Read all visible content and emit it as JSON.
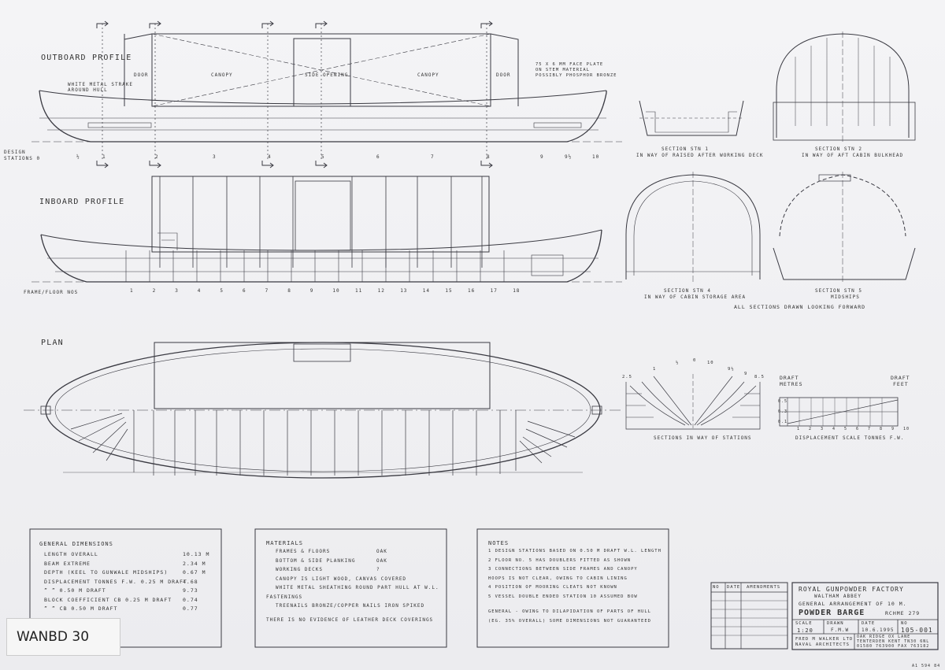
{
  "drawing": {
    "views": {
      "outboard_title": "OUTBOARD PROFILE",
      "inboard_title": "INBOARD PROFILE",
      "plan_title": "PLAN",
      "outboard_labels": {
        "strake": "WHITE METAL STRAKE",
        "around_hull": "AROUND HULL",
        "door_left": "DOOR",
        "canopy_left": "CANOPY",
        "side_opening": "SIDE OPENING",
        "canopy_right": "CANOPY",
        "door_right": "DOOR",
        "face_plate_1": "75 x 6 MM FACE PLATE",
        "face_plate_2": "ON STEM MATERIAL",
        "face_plate_3": "POSSIBLY PHOSPHOR BRONZE"
      },
      "design_stations_label_1": "DESIGN",
      "design_stations_label_2": "STATIONS 0",
      "design_stations": [
        "½",
        "1",
        "2",
        "3",
        "4",
        "5",
        "6",
        "7",
        "8",
        "9",
        "9½",
        "10"
      ],
      "frame_floor_label": "FRAME/FLOOR NOS",
      "frames": [
        "1",
        "2",
        "3",
        "4",
        "5",
        "6",
        "7",
        "8",
        "9",
        "10",
        "11",
        "12",
        "13",
        "14",
        "15",
        "16",
        "17",
        "18"
      ]
    },
    "sections": {
      "stn1_title": "SECTION    STN 1",
      "stn1_desc": "IN WAY OF RAISED AFTER WORKING DECK",
      "stn2_title": "SECTION    STN 2",
      "stn2_desc": "IN WAY OF AFT CABIN BULKHEAD",
      "stn4_title": "SECTION    STN 4",
      "stn4_desc": "IN WAY OF CABIN STORAGE AREA",
      "stn5_title": "SECTION    STN 5",
      "stn5_desc": "MIDSHIPS",
      "all_sections_note": "ALL SECTIONS DRAWN LOOKING FORWARD",
      "stations_caption": "SECTIONS IN WAY OF STATIONS",
      "station_marks": [
        "2.5",
        "1",
        "½",
        "0",
        "10",
        "9½",
        "9",
        "8.5"
      ]
    },
    "displacement_scale": {
      "caption": "DISPLACEMENT SCALE  TONNES F.W.",
      "left_title_1": "DRAFT",
      "left_title_2": "METRES",
      "right_title_1": "DRAFT",
      "right_title_2": "FEET",
      "left_ticks": [
        "0.5",
        "0.3",
        "0.1"
      ],
      "x_ticks": [
        "1",
        "2",
        "3",
        "4",
        "5",
        "6",
        "7",
        "8",
        "9",
        "10"
      ]
    },
    "general_dimensions": {
      "title": "GENERAL DIMENSIONS",
      "rows": [
        {
          "label": "LENGTH OVERALL",
          "value": "10.13  M"
        },
        {
          "label": "BEAM EXTREME",
          "value": "2.34  M"
        },
        {
          "label": "DEPTH (KEEL TO GUNWALE MIDSHIPS)",
          "value": "0.67  M"
        },
        {
          "label": "DISPLACEMENT TONNES F.W.  0.25 M DRAFT",
          "value": "4.68"
        },
        {
          "label": "    ”       ”      0.50 M DRAFT",
          "value": "9.73"
        },
        {
          "label": "BLOCK COEFFICIENT  CB 0.25 M DRAFT",
          "value": "0.74"
        },
        {
          "label": "  ”      ”     CB 0.50 M DRAFT",
          "value": "0.77"
        }
      ]
    },
    "materials": {
      "title": "MATERIALS",
      "rows": [
        {
          "label": "FRAMES & FLOORS",
          "value": "OAK"
        },
        {
          "label": "BOTTOM & SIDE PLANKING",
          "value": "OAK"
        },
        {
          "label": "WORKING DECKS",
          "value": "?"
        },
        {
          "label": "CANOPY IS LIGHT WOOD, CANVAS COVERED",
          "value": ""
        },
        {
          "label": "WHITE METAL SHEATHING ROUND PART HULL AT W.L.",
          "value": ""
        },
        {
          "label": "FASTENINGS",
          "value": ""
        },
        {
          "label": "TREENAILS    BRONZE/COPPER NAILS    IRON SPIKED",
          "value": ""
        },
        {
          "label": "THERE IS NO EVIDENCE OF LEATHER DECK COVERINGS",
          "value": ""
        }
      ]
    },
    "notes": {
      "title": "NOTES",
      "rows": [
        "1   DESIGN STATIONS BASED ON 0.50 M DRAFT W.L. LENGTH",
        "2   FLOOR NO. 5 HAS DOUBLERS FITTED AS SHOWN",
        "3   CONNECTIONS BETWEEN SIDE FRAMES AND CANOPY",
        "    HOOPS IS NOT CLEAR, OWING TO CABIN LINING",
        "4   POSITION OF MOORING CLEATS NOT KNOWN",
        "5   VESSEL DOUBLE ENDED   STATION 10 ASSUMED BOW",
        "GENERAL - OWING TO DILAPIDATION OF PARTS OF HULL",
        "(EG. 35% OVERALL) SOME DIMENSIONS NOT GUARANTEED"
      ]
    },
    "revisions": {
      "col_no": "NO",
      "col_date": "DATE",
      "col_amendments": "AMENDMENTS"
    },
    "title_block": {
      "org": "ROYAL GUNPOWDER FACTORY",
      "location": "WALTHAM ABBEY",
      "subtitle": "GENERAL ARRANGEMENT OF 10 M.",
      "title": "POWDER BARGE",
      "ref": "RCHME 279",
      "scale_label": "SCALE",
      "scale_value": "1:20",
      "drawn_label": "DRAWN",
      "drawn_value": "F.M.W",
      "date_label": "DATE",
      "date_value": "10.6.1995",
      "no_label": "NO",
      "no_value": "105-001",
      "firm_1": "FRED M WALKER LTD",
      "firm_2": "NAVAL ARCHITECTS",
      "address_1": "OAK RIDGE  OX LANE",
      "address_2": "TENTERDEN  KENT TN30 6NL",
      "address_3": "01580 763900  FAX 763182"
    },
    "specimen_label": "WANBD 30",
    "corner_mark": "A1 594 84"
  }
}
